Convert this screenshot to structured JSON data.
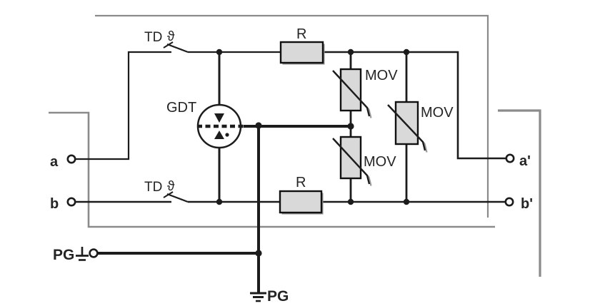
{
  "diagram": {
    "type": "circuit-schematic",
    "colors": {
      "wire": "#1c1c1c",
      "enclosure_outline": "#8b8b8b",
      "component_fill": "#d9d9d9",
      "label": "#242424",
      "background": "#ffffff"
    },
    "terminals": {
      "a_in": "a",
      "b_in": "b",
      "a_out": "a'",
      "b_out": "b'",
      "pg_in": "PG",
      "pg_ground": "PG"
    },
    "components": {
      "switch_top": {
        "label": "TD",
        "theta": "ϑ"
      },
      "switch_bottom": {
        "label": "TD",
        "theta": "ϑ"
      },
      "gdt": {
        "label": "GDT"
      },
      "resistor_top": {
        "label": "R"
      },
      "resistor_bottom": {
        "label": "R"
      },
      "mov_line_a": {
        "label": "MOV"
      },
      "mov_transverse": {
        "label": "MOV"
      },
      "mov_line_b": {
        "label": "MOV"
      }
    },
    "icons": {
      "earth_icon": "⊥",
      "ground_icon": "⏚"
    }
  }
}
